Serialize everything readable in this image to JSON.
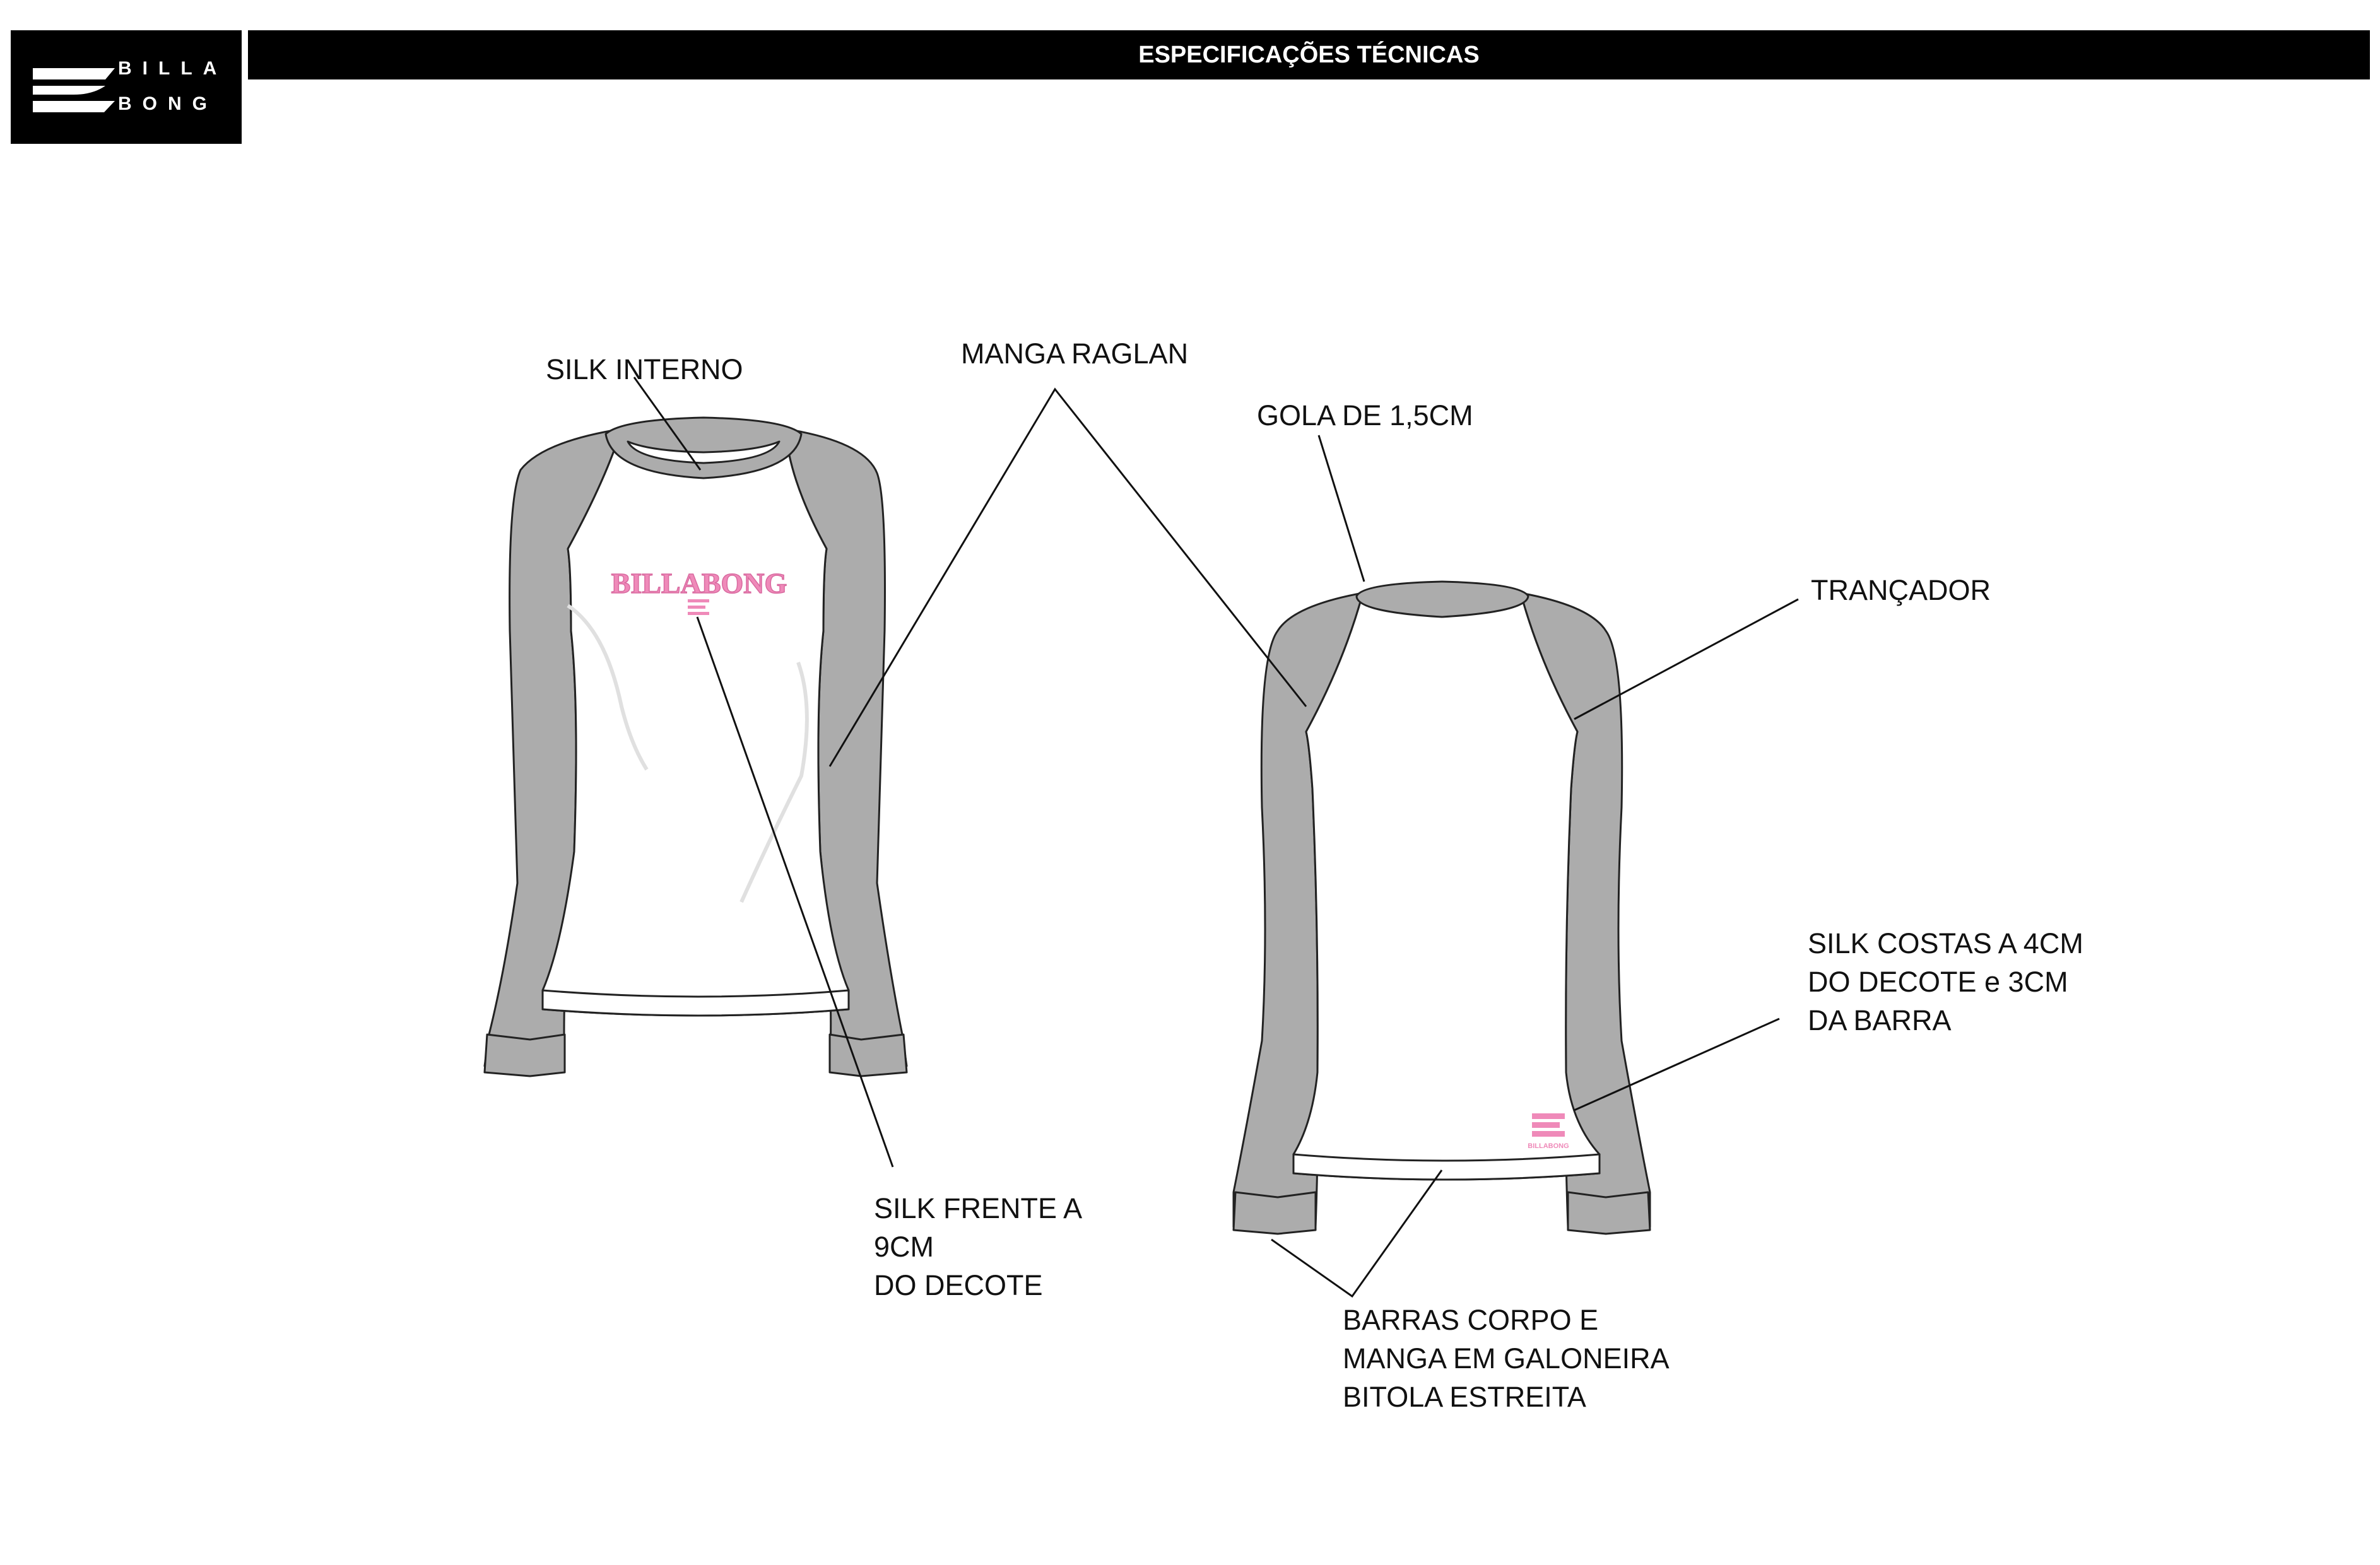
{
  "brand": {
    "logo_line1": "BILLA",
    "logo_line2": "BONG",
    "logo_color": "#000000"
  },
  "header": {
    "title": "ESPECIFICAÇÕES TÉCNICAS"
  },
  "annotations": {
    "silk_interno": "SILK INTERNO",
    "manga_raglan": "MANGA RAGLAN",
    "gola": "GOLA DE 1,5CM",
    "trancador": "TRANÇADOR",
    "silk_costas": "SILK COSTAS A 4CM\nDO DECOTE e 3CM\nDA BARRA",
    "silk_frente": "SILK FRENTE A\n9CM\nDO DECOTE",
    "barras": "BARRAS CORPO E\nMANGA EM GALONEIRA\nBITOLA ESTREITA"
  },
  "print": {
    "front_logo_text": "BILLABONG",
    "back_logo_text": "BILLABONG"
  },
  "colors": {
    "sleeve_gray": "#acacac",
    "body_white": "#ffffff",
    "outline": "#222222",
    "print_pink": "#ef8ab9",
    "header_bg": "#000000"
  }
}
